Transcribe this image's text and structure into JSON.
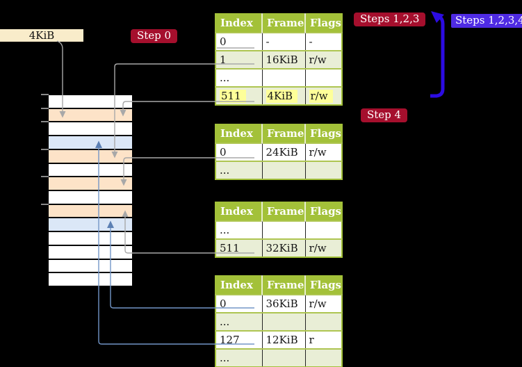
{
  "labels": {
    "frame_size_box": "4KiB",
    "step_0": "Step 0",
    "steps_1_2_3": "Steps 1,2,3",
    "steps_1_2_3_4": "Steps 1,2,3,4",
    "step_4": "Step 4"
  },
  "page_tables": [
    {
      "name": "page-table-1",
      "headers": [
        "Index",
        "Frame",
        "Flags"
      ],
      "rows": [
        {
          "cells": [
            "0",
            "-",
            "-"
          ],
          "shaded": false,
          "underline": "gray",
          "highlight": false
        },
        {
          "cells": [
            "1",
            "16KiB",
            "r/w"
          ],
          "shaded": true,
          "underline": "gray",
          "highlight": false
        },
        {
          "cells": [
            "...",
            "",
            ""
          ],
          "shaded": false,
          "underline": null,
          "highlight": false
        },
        {
          "cells": [
            "511",
            "4KiB",
            "r/w"
          ],
          "shaded": true,
          "underline": "gray",
          "highlight": true
        }
      ]
    },
    {
      "name": "page-table-2",
      "headers": [
        "Index",
        "Frame",
        "Flags"
      ],
      "rows": [
        {
          "cells": [
            "0",
            "24KiB",
            "r/w"
          ],
          "shaded": false,
          "underline": "gray",
          "highlight": false
        },
        {
          "cells": [
            "...",
            "",
            ""
          ],
          "shaded": true,
          "underline": null,
          "highlight": false
        }
      ]
    },
    {
      "name": "page-table-3",
      "headers": [
        "Index",
        "Frame",
        "Flags"
      ],
      "rows": [
        {
          "cells": [
            "...",
            "",
            ""
          ],
          "shaded": false,
          "underline": null,
          "highlight": false
        },
        {
          "cells": [
            "511",
            "32KiB",
            "r/w"
          ],
          "shaded": true,
          "underline": "gray",
          "highlight": false
        }
      ]
    },
    {
      "name": "page-table-4",
      "headers": [
        "Index",
        "Frame",
        "Flags"
      ],
      "rows": [
        {
          "cells": [
            "0",
            "36KiB",
            "r/w"
          ],
          "shaded": false,
          "underline": "blue",
          "highlight": false
        },
        {
          "cells": [
            "...",
            "",
            ""
          ],
          "shaded": true,
          "underline": null,
          "highlight": false
        },
        {
          "cells": [
            "127",
            "12KiB",
            "r"
          ],
          "shaded": false,
          "underline": "blue",
          "highlight": false
        },
        {
          "cells": [
            "...",
            "",
            ""
          ],
          "shaded": true,
          "underline": null,
          "highlight": false
        }
      ]
    }
  ],
  "memory_column": {
    "rows": [
      "white",
      "peach",
      "white",
      "blue",
      "peach",
      "white",
      "peach",
      "white",
      "peach",
      "blue",
      "white",
      "white",
      "white",
      "white"
    ]
  },
  "connections": [
    {
      "from": "frame-size-box-4KiB",
      "to": "memory-frame-2-peach",
      "style": "gray"
    },
    {
      "from": "page-table-1-row-1-16KiB",
      "to": "memory-frame-5-peach",
      "style": "gray"
    },
    {
      "from": "page-table-1-row-511-4KiB",
      "to": "memory-frame-2-peach",
      "style": "gray"
    },
    {
      "from": "page-table-2-row-0-24KiB",
      "to": "memory-frame-7-peach",
      "style": "gray"
    },
    {
      "from": "page-table-3-row-511-32KiB",
      "to": "memory-frame-9-peach",
      "style": "gray"
    },
    {
      "from": "page-table-4-row-0-36KiB",
      "to": "memory-frame-10-blue",
      "style": "blue"
    },
    {
      "from": "page-table-4-row-127-12KiB",
      "to": "memory-frame-4-blue",
      "style": "blue"
    },
    {
      "from": "near-step-4-label",
      "to": "steps-1-2-3-label",
      "style": "big-blue-arrow"
    }
  ],
  "colors": {
    "background": "#000000",
    "table_header_bg": "#a3c139",
    "table_row_alt_bg": "#e9eed6",
    "table_row_separator": "#aec551",
    "memory_frame_peach": "#fde3c8",
    "memory_frame_blue": "#dbe7f7",
    "memory_frame_white": "#ffffff",
    "frame_size_box_bg": "#f9ecca",
    "step_label_bg": "#a50f2d",
    "steps_alt_label_bg": "#4f2be4",
    "big_arrow": "#2c0ce2",
    "gray_connector": "#a8a8a8",
    "blue_connector": "#7396c7",
    "blue_arrowhead": "#5c80b4",
    "highlight_yellow": "#feff99",
    "tick": "#8a8a8a"
  }
}
